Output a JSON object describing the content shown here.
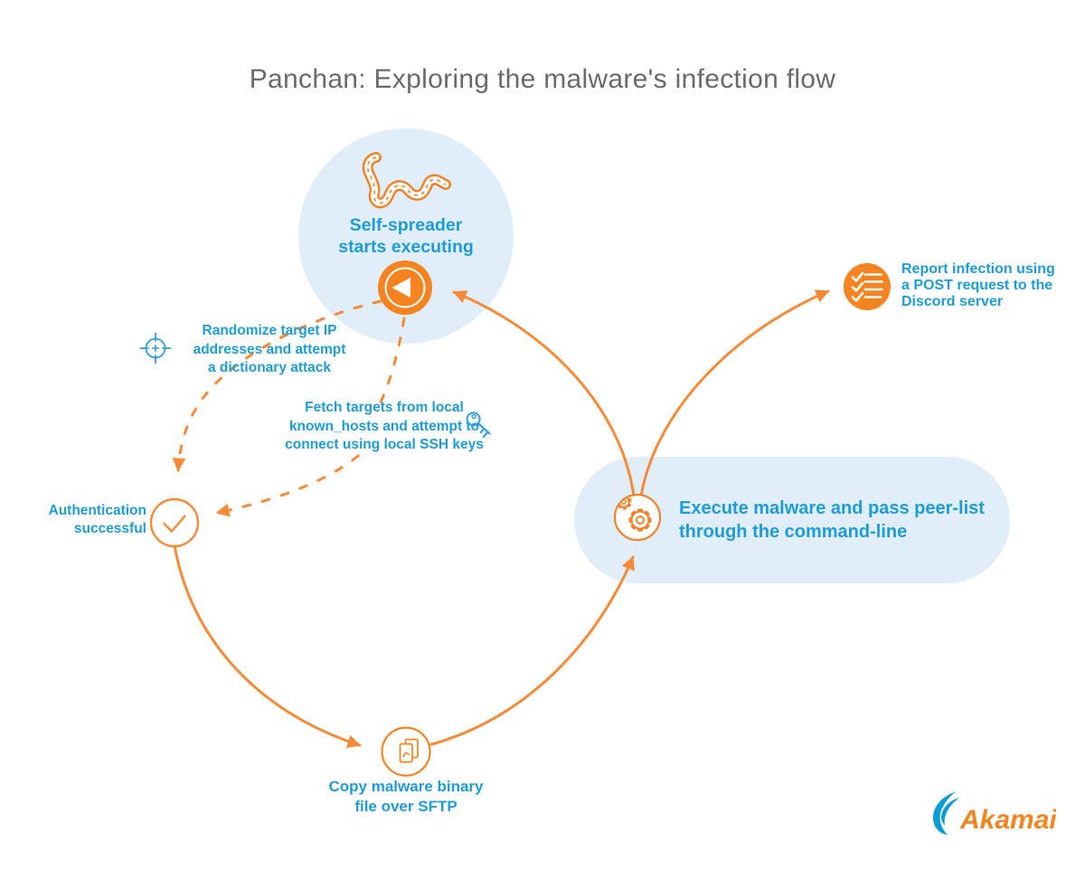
{
  "title": "Panchan: Exploring the malware's infection flow",
  "palette": {
    "orange": "#F5831F",
    "arrow_orange": "#F68A38",
    "text_blue": "#1E9CD7",
    "stage_light_blue": "#DFEEF8",
    "title_gray": "#696A6E"
  },
  "nodes": {
    "self_spreader": {
      "label": "Self-spreader\nstarts executing",
      "icon": "worm-icon",
      "badge_icon": "play-icon"
    },
    "randomize": {
      "label": "Randomize target IP\naddresses and attempt\na dictionary attack",
      "icon": "crosshair-target-icon"
    },
    "fetch_targets": {
      "label": "Fetch targets from local\nknown_hosts and attempt to\nconnect using local SSH keys",
      "icon": "ssh-key-icon"
    },
    "auth_success": {
      "label": "Authentication\nsuccessful",
      "icon": "check-circle-icon"
    },
    "copy_binary": {
      "label": "Copy malware binary\nfile over SFTP",
      "icon": "copy-files-icon"
    },
    "execute_malware": {
      "label": "Execute malware and pass peer-list\nthrough the command-line",
      "icon": "gears-icon"
    },
    "report_infection": {
      "label": "Report infection using\na POST request to the\nDiscord server",
      "icon": "checklist-icon"
    }
  },
  "branding": {
    "logo_text": "Akamai"
  }
}
